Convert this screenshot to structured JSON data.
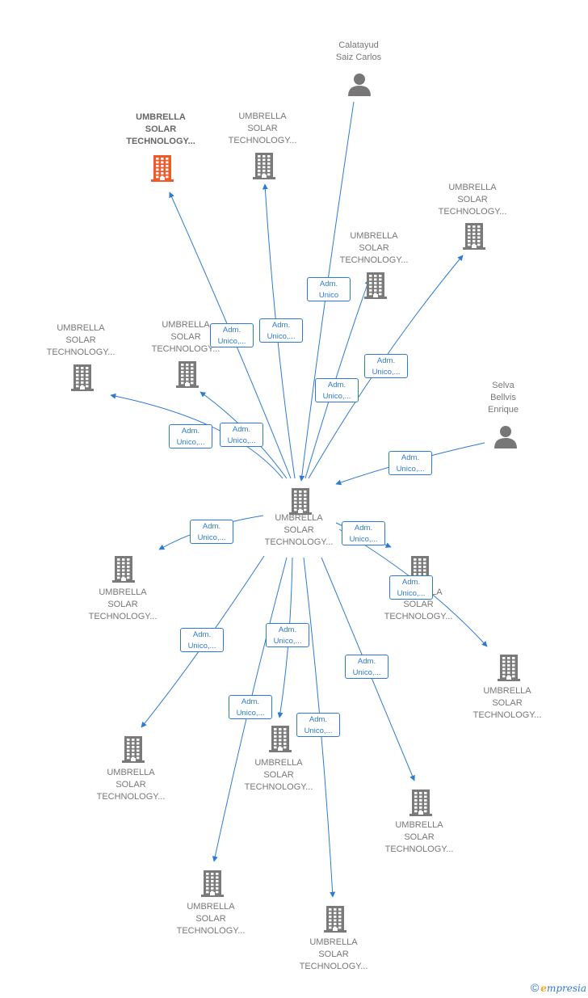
{
  "colors": {
    "edge": "#2e7ad1",
    "node": "#7a7a7a",
    "highlight": "#f05a28",
    "person": "#777777"
  },
  "nodes": [
    {
      "id": "center",
      "label": "UMBRELLA\nSOLAR\nTECHNOLOGY...",
      "kind": "company"
    },
    {
      "id": "top-main",
      "label": "UMBRELLA\nSOLAR\nTECHNOLOGY...",
      "kind": "company",
      "highlight": true
    },
    {
      "id": "n-top2",
      "label": "UMBRELLA\nSOLAR\nTECHNOLOGY...",
      "kind": "company"
    },
    {
      "id": "calatayud",
      "label": "Calatayud\nSaiz Carlos",
      "kind": "person"
    },
    {
      "id": "n-r1",
      "label": "UMBRELLA\nSOLAR\nTECHNOLOGY...",
      "kind": "company"
    },
    {
      "id": "n-c1",
      "label": "UMBRELLA\nSOLAR\nTECHNOLOGY...",
      "kind": "company"
    },
    {
      "id": "n-l1",
      "label": "UMBRELLA\nSOLAR\nTECHNOLOGY...",
      "kind": "company"
    },
    {
      "id": "n-l2",
      "label": "UMBRELLA\nSOLAR\nTECHNOLOGY...",
      "kind": "company"
    },
    {
      "id": "selva",
      "label": "Selva\nBellvis\nEnrique",
      "kind": "person"
    },
    {
      "id": "n-ml",
      "label": "UMBRELLA\nSOLAR\nTECHNOLOGY...",
      "kind": "company"
    },
    {
      "id": "n-mr",
      "label": "UMBRELLA\nSOLAR\nTECHNOLOGY...",
      "kind": "company"
    },
    {
      "id": "n-rr",
      "label": "UMBRELLA\nSOLAR\nTECHNOLOGY...",
      "kind": "company"
    },
    {
      "id": "n-bl",
      "label": "UMBRELLA\nSOLAR\nTECHNOLOGY...",
      "kind": "company"
    },
    {
      "id": "n-bc",
      "label": "UMBRELLA\nSOLAR\nTECHNOLOGY...",
      "kind": "company"
    },
    {
      "id": "n-br",
      "label": "UMBRELLA\nSOLAR\nTECHNOLOGY...",
      "kind": "company"
    },
    {
      "id": "n-bb1",
      "label": "UMBRELLA\nSOLAR\nTECHNOLOGY...",
      "kind": "company"
    },
    {
      "id": "n-bb2",
      "label": "UMBRELLA\nSOLAR\nTECHNOLOGY...",
      "kind": "company"
    }
  ],
  "edges": [
    {
      "from": "center",
      "to": "top-main",
      "label": "Adm.\nUnico,..."
    },
    {
      "from": "center",
      "to": "n-top2",
      "label": "Adm.\nUnico,..."
    },
    {
      "from": "calatayud",
      "to": "center",
      "label": "Adm.\nUnico"
    },
    {
      "from": "center",
      "to": "n-r1",
      "label": "Adm.\nUnico,..."
    },
    {
      "from": "center",
      "to": "n-c1",
      "label": "Adm.\nUnico,..."
    },
    {
      "from": "center",
      "to": "n-l1",
      "label": "Adm.\nUnico,..."
    },
    {
      "from": "center",
      "to": "n-l2",
      "label": "Adm.\nUnico,..."
    },
    {
      "from": "selva",
      "to": "center",
      "label": "Adm.\nUnico,..."
    },
    {
      "from": "center",
      "to": "n-ml",
      "label": "Adm.\nUnico,..."
    },
    {
      "from": "center",
      "to": "n-mr",
      "label": "Adm.\nUnico,..."
    },
    {
      "from": "center",
      "to": "n-rr",
      "label": "Adm.\nUnico,..."
    },
    {
      "from": "center",
      "to": "n-bl",
      "label": "Adm.\nUnico,..."
    },
    {
      "from": "center",
      "to": "n-bc",
      "label": "Adm.\nUnico,..."
    },
    {
      "from": "center",
      "to": "n-br",
      "label": "Adm.\nUnico,..."
    },
    {
      "from": "center",
      "to": "n-bb1",
      "label": "Adm.\nUnico,..."
    },
    {
      "from": "center",
      "to": "n-bb2",
      "label": "Adm.\nUnico,..."
    }
  ],
  "footer": {
    "copyright": "©",
    "brand_initial": "e",
    "brand_rest": "mpresia"
  }
}
